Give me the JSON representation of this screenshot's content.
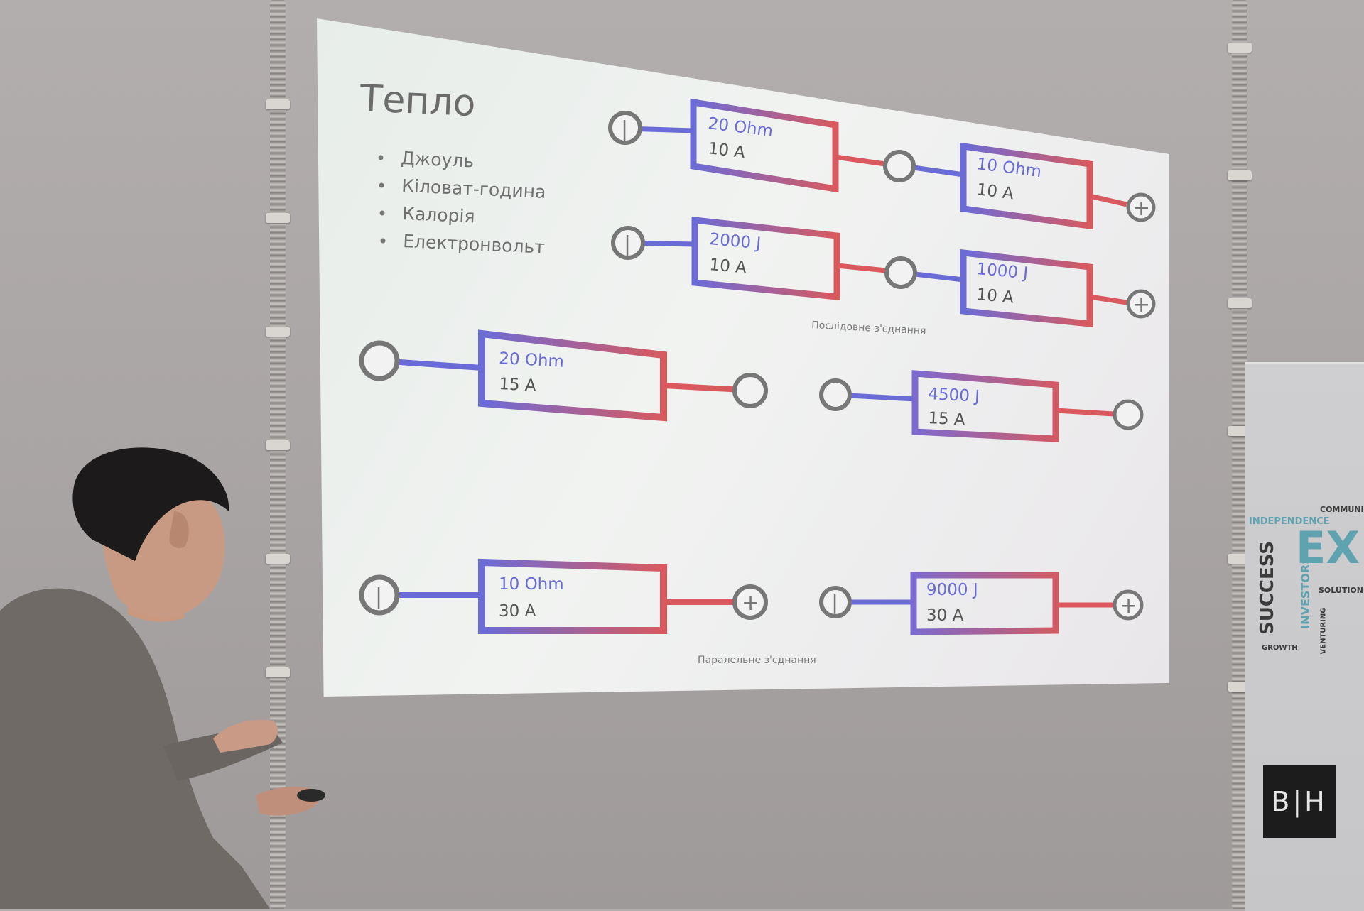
{
  "slide": {
    "title": "Тепло",
    "bullets": [
      "Джоуль",
      "Кіловат-година",
      "Калорія",
      "Електронвольт"
    ],
    "series_row1": [
      {
        "top": "20 Ohm",
        "bottom": "10 A"
      },
      {
        "top": "10 Ohm",
        "bottom": "10 A"
      }
    ],
    "series_row2": [
      {
        "top": "2000 J",
        "bottom": "10 A"
      },
      {
        "top": "1000 J",
        "bottom": "10 A"
      }
    ],
    "series_caption": "Послідовне з'єднання",
    "parallel_left": [
      {
        "top": "20 Ohm",
        "bottom": "15 A"
      },
      {
        "top": "10 Ohm",
        "bottom": "30 A"
      }
    ],
    "parallel_right": [
      {
        "top": "4500 J",
        "bottom": "15 A"
      },
      {
        "top": "9000 J",
        "bottom": "30 A"
      }
    ],
    "parallel_caption": "Паралельне з'єднання",
    "minus_symbol": "|",
    "plus_symbol": "+"
  },
  "poster": {
    "words": [
      "COMMUNI",
      "INDEPENDENCE",
      "EX",
      "SUCCESS",
      "INVESTORS",
      "SOLUTION",
      "GROWTH",
      "VENTURING"
    ],
    "logo": "B|H"
  },
  "colors": {
    "wire_blue": "#6b6bd8",
    "wire_red": "#d9595e",
    "terminal_gray": "#777777",
    "poster_teal": "#5fa3b0",
    "poster_dark": "#3a3a3a"
  }
}
